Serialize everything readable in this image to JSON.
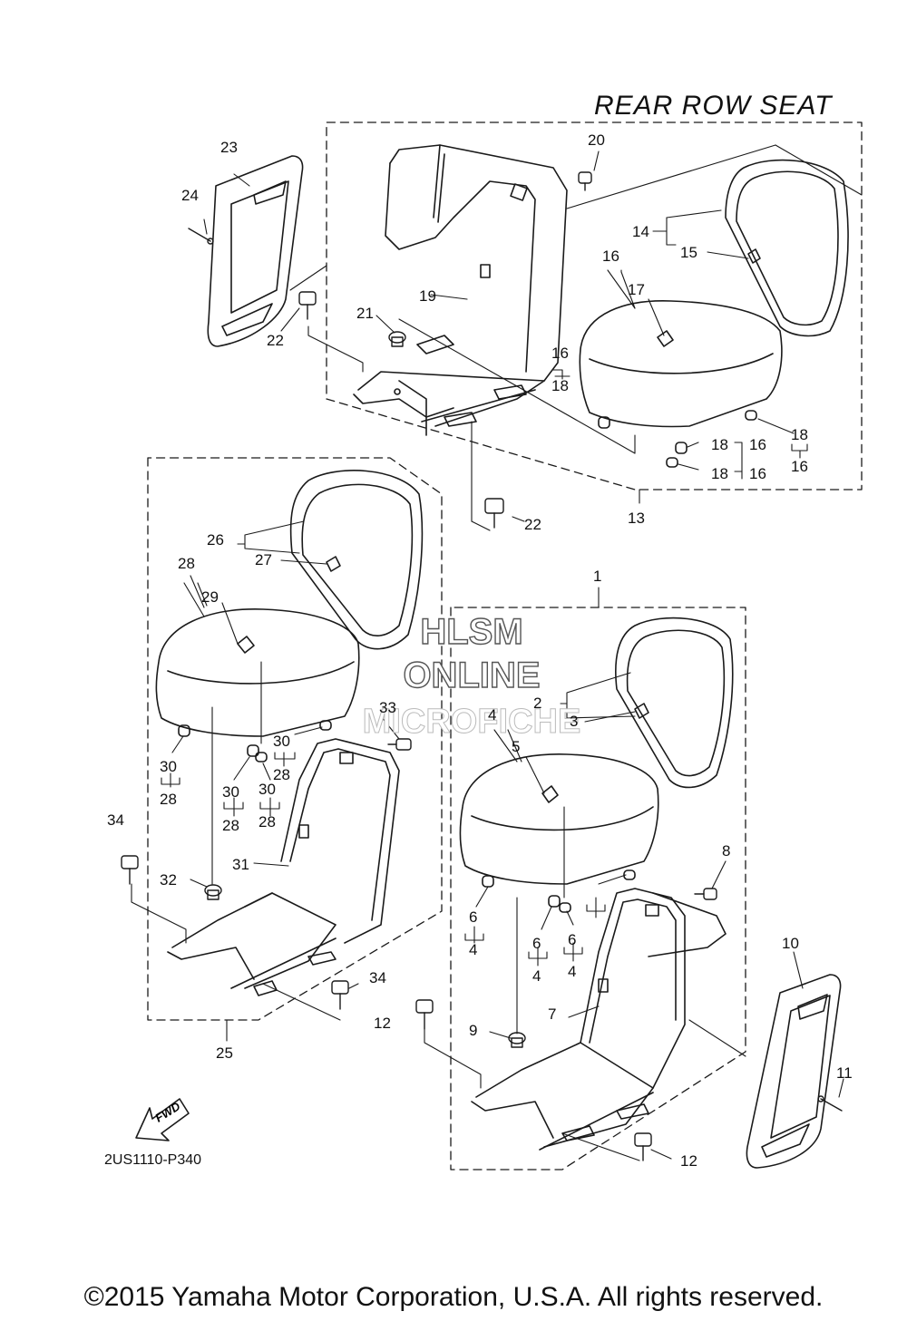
{
  "heading": "REAR ROW SEAT",
  "watermark": [
    "HLSM",
    "ONLINE",
    "MICROFICHE"
  ],
  "direction_marker": "FWD",
  "drawing_code": "2US1110-P340",
  "copyright": "©2015 Yamaha Motor Corporation, U.S.A. All rights reserved.",
  "callouts": [
    "1",
    "2",
    "3",
    "4",
    "5",
    "6",
    "6",
    "6",
    "4",
    "4",
    "4",
    "7",
    "8",
    "9",
    "10",
    "11",
    "12",
    "12",
    "13",
    "14",
    "15",
    "16",
    "17",
    "16",
    "18",
    "18",
    "16",
    "18",
    "16",
    "18",
    "16",
    "19",
    "20",
    "21",
    "22",
    "22",
    "23",
    "24",
    "25",
    "26",
    "27",
    "28",
    "29",
    "30",
    "28",
    "30",
    "28",
    "30",
    "28",
    "30",
    "28",
    "31",
    "32",
    "33",
    "34",
    "34"
  ],
  "colors": {
    "line": "#1a1a1a",
    "background": "#ffffff"
  }
}
